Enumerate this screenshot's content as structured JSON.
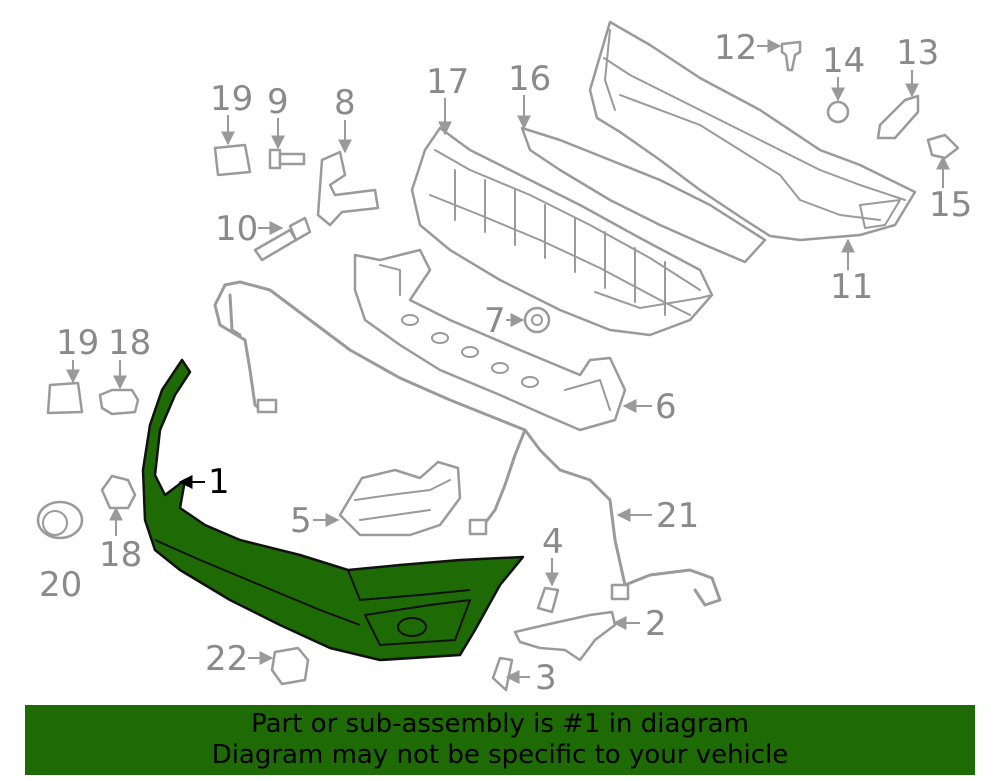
{
  "callouts": {
    "c1": "1",
    "c2": "2",
    "c3": "3",
    "c4": "4",
    "c5": "5",
    "c6": "6",
    "c7": "7",
    "c8": "8",
    "c9": "9",
    "c10": "10",
    "c11": "11",
    "c12": "12",
    "c13": "13",
    "c14": "14",
    "c15": "15",
    "c16": "16",
    "c17": "17",
    "c18a": "18",
    "c18b": "18",
    "c19a": "19",
    "c19b": "19",
    "c20": "20",
    "c21": "21",
    "c22": "22"
  },
  "highlight_color": "#1e6b05",
  "banner": {
    "line1": "Part or sub-assembly is #1 in diagram",
    "line2": "Diagram may not be specific to your vehicle"
  }
}
